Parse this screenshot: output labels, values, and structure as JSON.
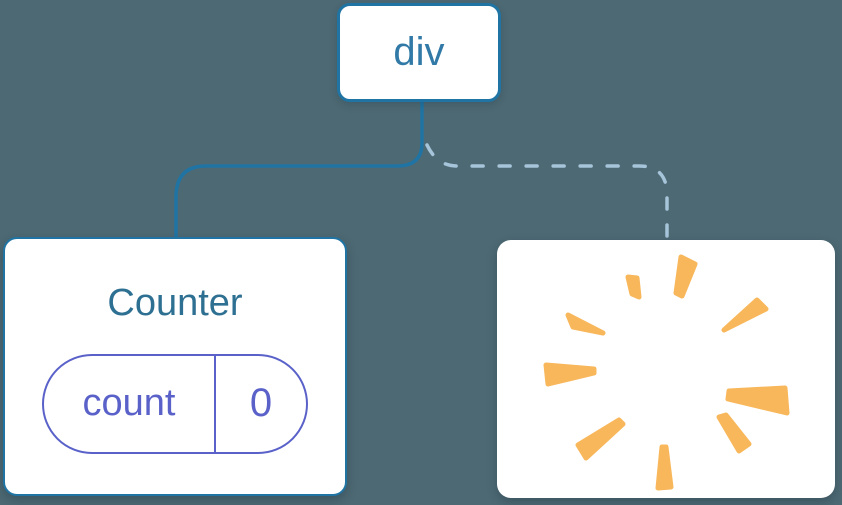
{
  "colors": {
    "background": "#4d6973",
    "box_fill": "#ffffff",
    "box_border": "#2074a4",
    "node_text": "#3179a6",
    "component_title": "#2e7092",
    "state_accent": "#5a62c9",
    "solid_line": "#2074a4",
    "dashed_line": "#a6c4da",
    "poof": "#f8b75b"
  },
  "root_node": {
    "label": "div"
  },
  "counter_card": {
    "title": "Counter",
    "state_pill": {
      "name": "count",
      "value": "0"
    }
  },
  "removed_card": {
    "icon": "poof-sparkle-icon"
  },
  "connectors": {
    "left_style": "solid",
    "right_style": "dashed"
  }
}
